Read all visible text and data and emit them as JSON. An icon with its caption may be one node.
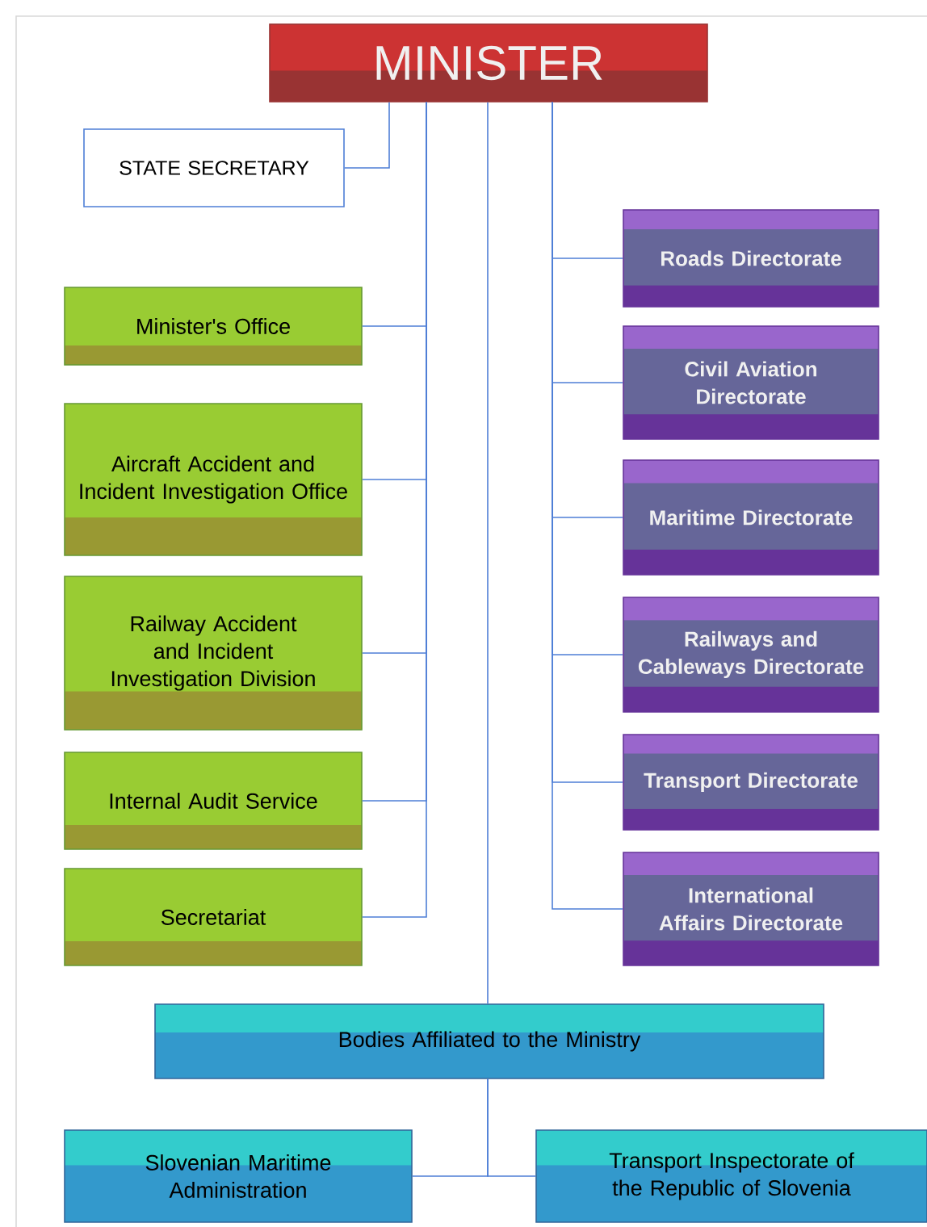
{
  "diagram": {
    "nodes": [
      {
        "text": [
          "MINISTER"
        ]
      },
      {
        "text": [
          "STATE SECRETARY"
        ]
      },
      {
        "text": [
          "Minister's Office"
        ]
      },
      {
        "text": [
          "Aircraft Accident and Incident Investigation Office"
        ]
      },
      {
        "text": [
          "Railway Accident and Incident Investigation Division"
        ]
      },
      {
        "text": [
          "Internal Audit Service"
        ]
      },
      {
        "text": [
          "Secretariat"
        ]
      },
      {
        "text": [
          "Roads Directorate"
        ]
      },
      {
        "text": [
          "Civil Aviation Directorate"
        ]
      },
      {
        "text": [
          "Maritime Directorate"
        ]
      },
      {
        "text": [
          "Railways and Cableways Directorate"
        ]
      },
      {
        "text": [
          "Transport Directorate"
        ]
      },
      {
        "text": [
          "International Affairs Directorate"
        ]
      },
      {
        "text": [
          "Bodies Affiliated to the Ministry"
        ]
      },
      {
        "text": [
          "Slovenian Maritime Administration"
        ]
      },
      {
        "text": [
          "Transport Inspectorate of the Republic of Slovenia"
        ]
      }
    ],
    "edges": [
      {
        "from": 0,
        "to": 1,
        "arrow": "none"
      },
      {
        "from": 0,
        "to": 2,
        "arrow": "none"
      },
      {
        "from": 0,
        "to": 3,
        "arrow": "none"
      },
      {
        "from": 0,
        "to": 4,
        "arrow": "none"
      },
      {
        "from": 0,
        "to": 5,
        "arrow": "none"
      },
      {
        "from": 0,
        "to": 6,
        "arrow": "none"
      },
      {
        "from": 0,
        "to": 7,
        "arrow": "none"
      },
      {
        "from": 0,
        "to": 8,
        "arrow": "none"
      },
      {
        "from": 0,
        "to": 9,
        "arrow": "none"
      },
      {
        "from": 0,
        "to": 10,
        "arrow": "none"
      },
      {
        "from": 0,
        "to": 11,
        "arrow": "none"
      },
      {
        "from": 0,
        "to": 12,
        "arrow": "none"
      },
      {
        "from": 0,
        "to": 13,
        "arrow": "none"
      },
      {
        "from": 13,
        "to": 14,
        "arrow": "none"
      },
      {
        "from": 13,
        "to": 15,
        "arrow": "none"
      }
    ]
  }
}
